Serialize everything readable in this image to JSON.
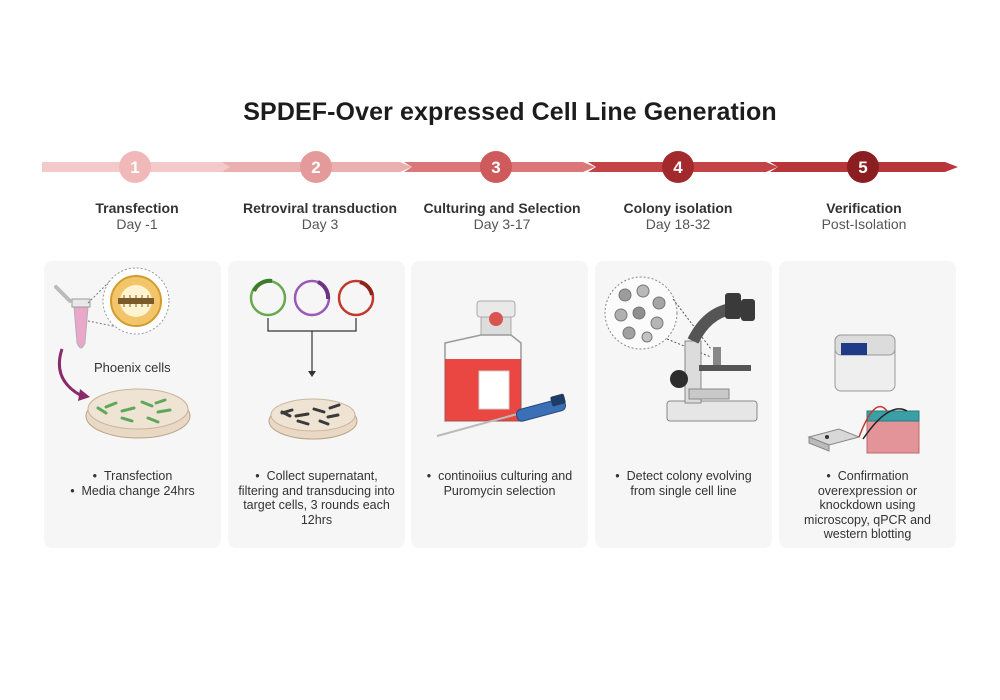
{
  "title": "SPDEF-Over expressed Cell Line Generation",
  "colors": {
    "step1": "#f0b8b8",
    "step2": "#e49a9a",
    "step3": "#cf5a5c",
    "step4": "#a22a2c",
    "step5": "#8a1e21",
    "card_bg": "#f6f6f6"
  },
  "steps": [
    {
      "number": "1",
      "title": "Transfection",
      "day": "Day -1",
      "bullets": [
        "Transfection",
        "Media change 24hrs"
      ],
      "image_label": "Phoenix cells",
      "icons": [
        "tube-icon",
        "plasmid-zoom-icon",
        "petri-dish-icon",
        "curved-arrow-icon"
      ]
    },
    {
      "number": "2",
      "title": "Retroviral transduction",
      "day": "Day 3",
      "bullets": [
        "Collect supernatant, filtering and transducing into target cells, 3 rounds each 12hrs"
      ],
      "icons": [
        "plasmid-icon",
        "petri-dish-icon",
        "arrow-down-icon"
      ]
    },
    {
      "number": "3",
      "title": "Culturing and Selection",
      "day": "Day 3-17",
      "bullets": [
        "continoiius culturing and Puromycin selection"
      ],
      "icons": [
        "culture-flask-icon",
        "pipette-icon"
      ]
    },
    {
      "number": "4",
      "title": "Colony isolation",
      "day": "Day 18-32",
      "bullets": [
        "Detect colony evolving from single cell line"
      ],
      "icons": [
        "colony-zoom-icon",
        "microscope-icon"
      ]
    },
    {
      "number": "5",
      "title": "Verification",
      "day": "Post-Isolation",
      "bullets": [
        "Confirmation overexpression or knockdown using microscopy, qPCR and western blotting"
      ],
      "icons": [
        "qpcr-machine-icon",
        "blot-tank-icon",
        "power-supply-icon"
      ]
    }
  ]
}
